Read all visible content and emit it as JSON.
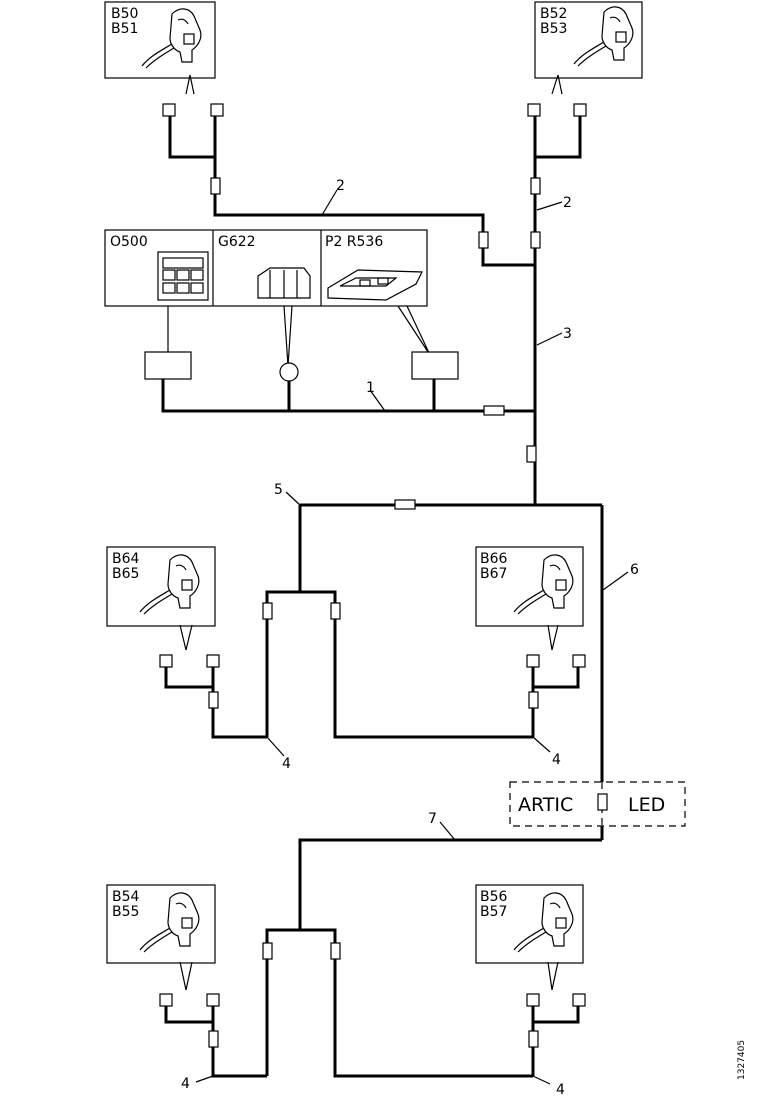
{
  "sensors": {
    "top_left": {
      "line1": "B50",
      "line2": "B51"
    },
    "top_right": {
      "line1": "B52",
      "line2": "B53"
    },
    "mid_left": {
      "line1": "B64",
      "line2": "B65"
    },
    "mid_right": {
      "line1": "B66",
      "line2": "B67"
    },
    "bottom_left": {
      "line1": "B54",
      "line2": "B55"
    },
    "bottom_right": {
      "line1": "B56",
      "line2": "B57"
    }
  },
  "components": {
    "c1": "O500",
    "c2": "G622",
    "c3": "P2  R536"
  },
  "harness_numbers": {
    "n2_left": "2",
    "n2_right": "2",
    "n3": "3",
    "n1": "1",
    "n5": "5",
    "n6": "6",
    "n4_mid_left": "4",
    "n4_mid_right": "4",
    "n7": "7",
    "n4_bottom_left": "4",
    "n4_bottom_right": "4"
  },
  "variants": {
    "artic": "ARTIC",
    "led": "LED"
  },
  "figure_id": "1327405"
}
